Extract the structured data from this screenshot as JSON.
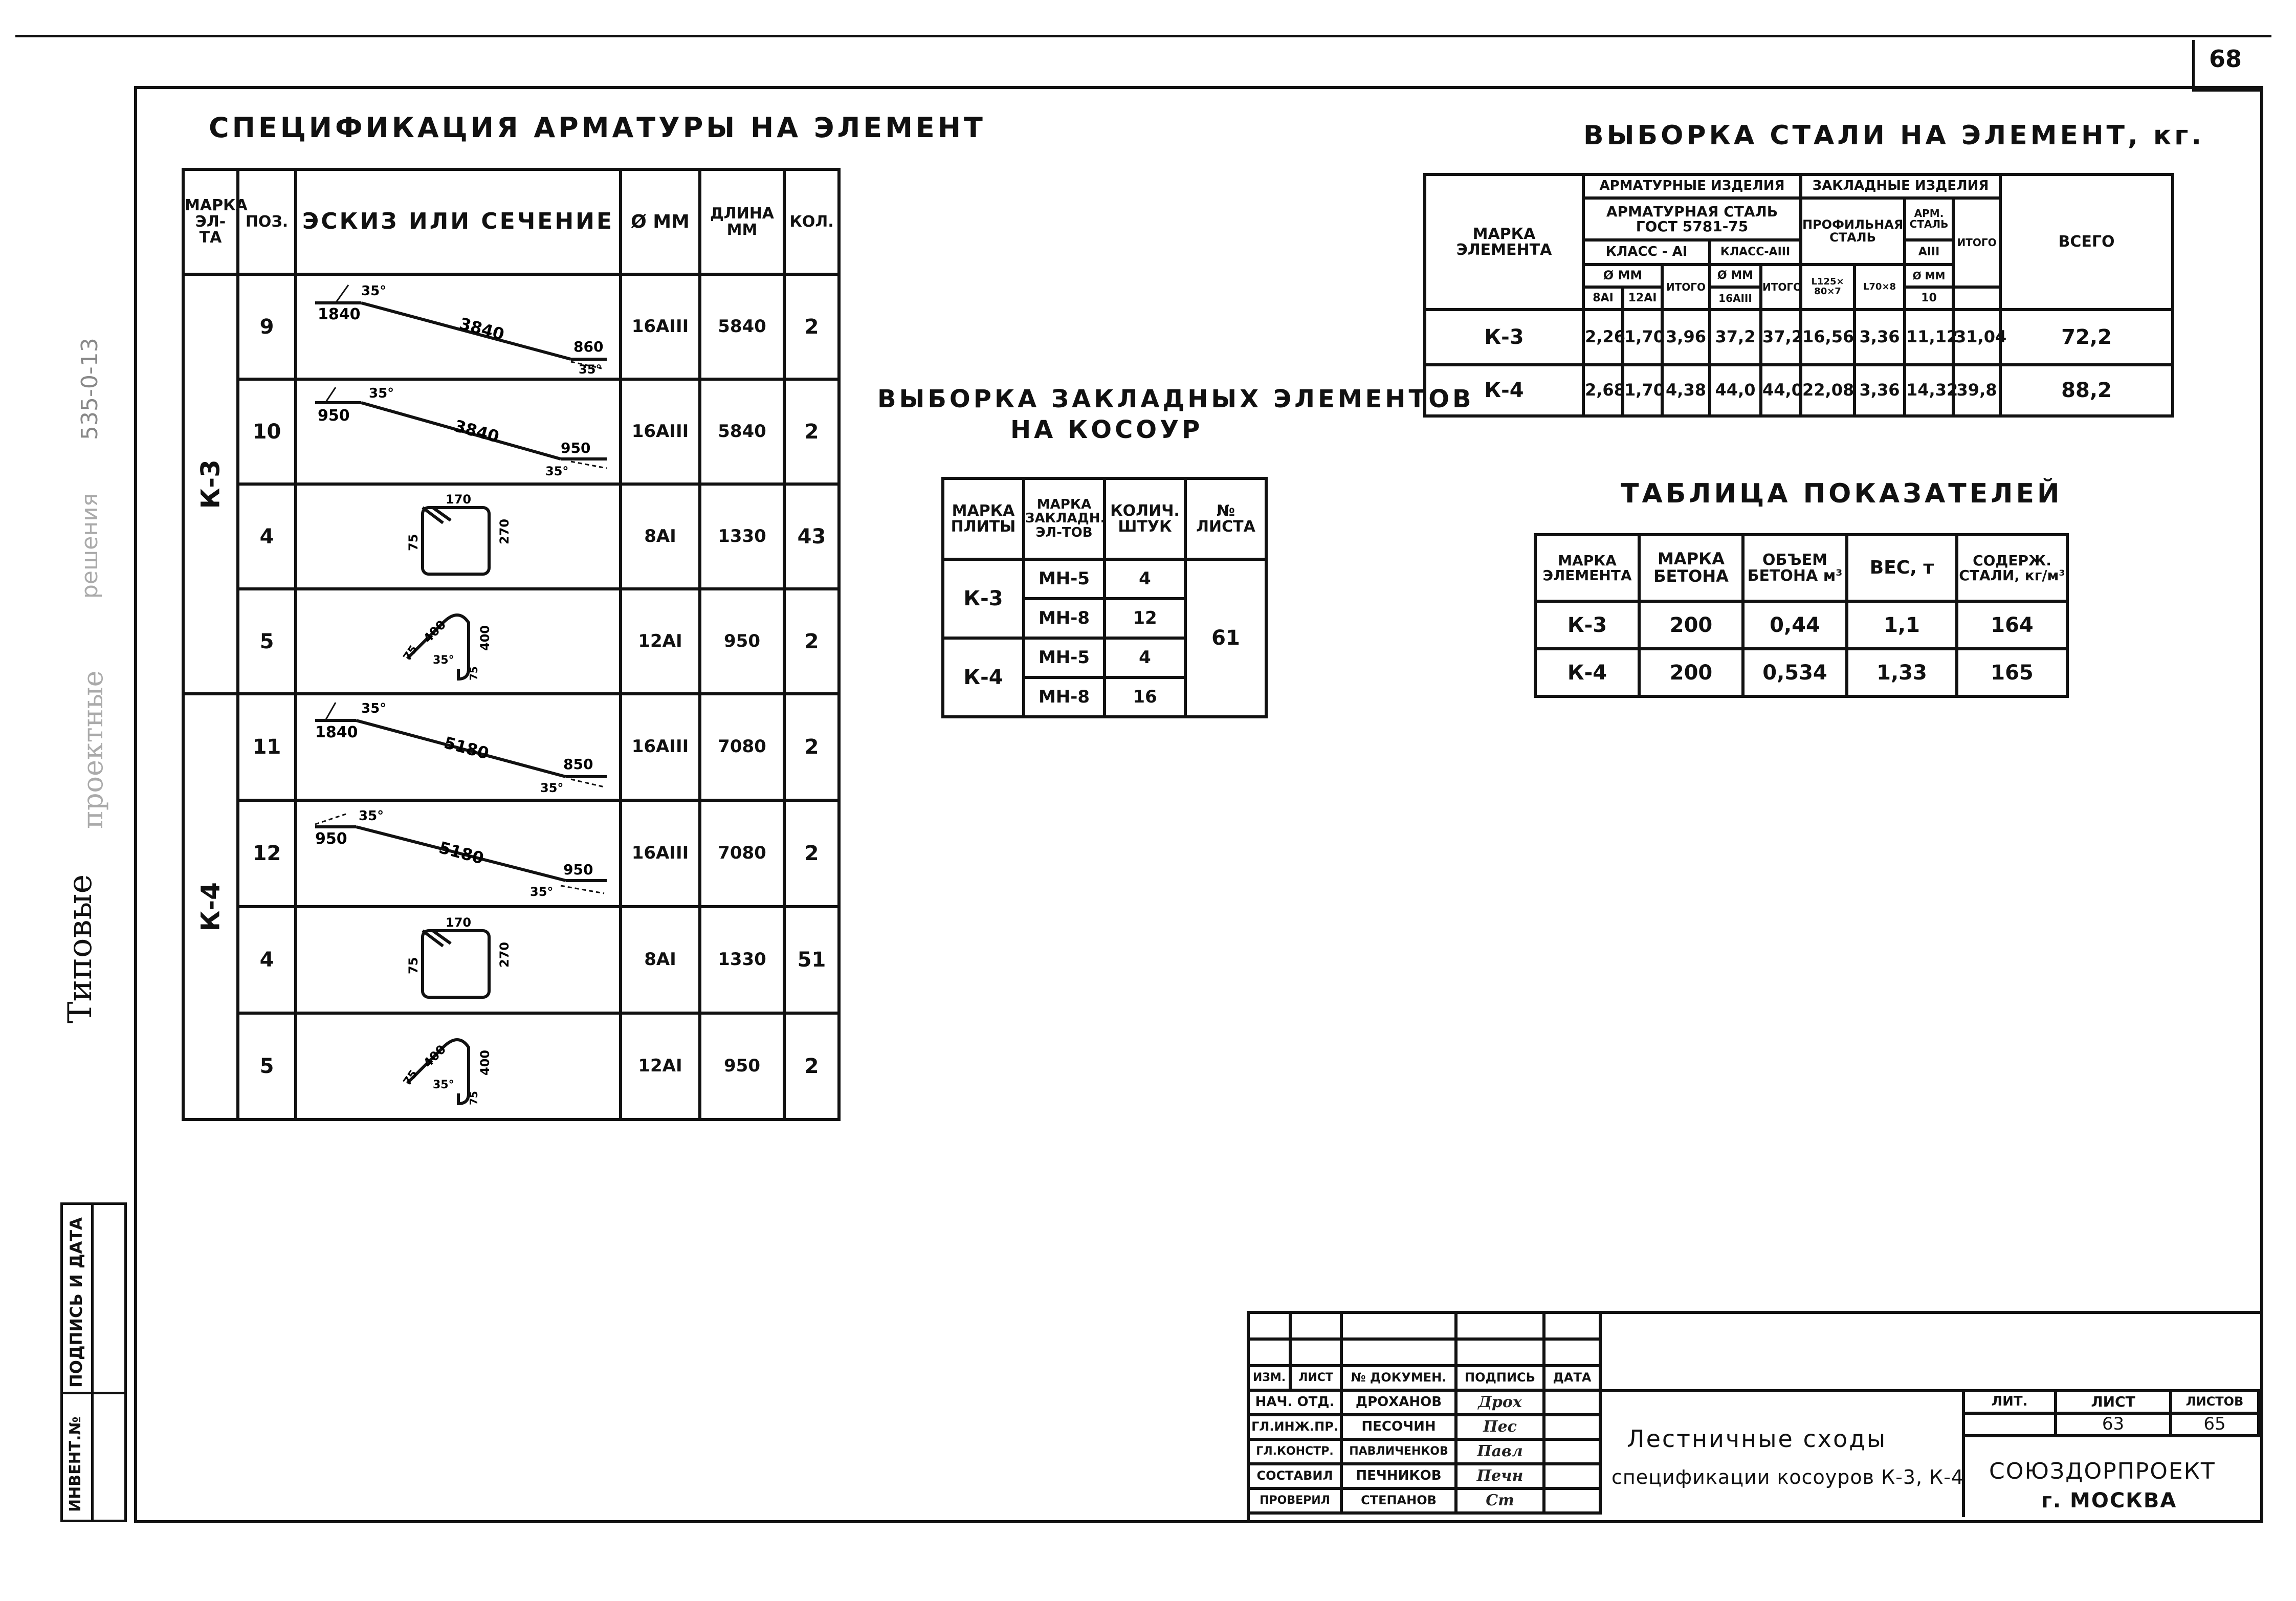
{
  "sheet_number": "68",
  "left_margin": {
    "series_code": "535-0-13",
    "series_word1": "Типовые",
    "series_word2": "проектные",
    "series_word3": "решения",
    "inv_label": "ИНВЕНТ.№",
    "signature_label": "ПОДПИСЬ И ДАТА"
  },
  "spec_table": {
    "title": "СПЕЦИФИКАЦИЯ АРМАТУРЫ НА ЭЛЕМЕНТ",
    "headers": {
      "mark": "МАРКА ЭЛ-ТА",
      "pos": "ПОЗ.",
      "sketch": "ЭСКИЗ ИЛИ СЕЧЕНИЕ",
      "diam": "Ø ММ",
      "length": "ДЛИНА ММ",
      "qty": "КОЛ."
    },
    "groups": [
      {
        "mark": "К-3",
        "rows": [
          {
            "pos": "9",
            "diam": "16АIII",
            "length": "5840",
            "qty": "2",
            "sketch": {
              "type": "bar",
              "left": "1840",
              "mid": "3840",
              "right": "860",
              "angle": "35°"
            }
          },
          {
            "pos": "10",
            "diam": "16АIII",
            "length": "5840",
            "qty": "2",
            "sketch": {
              "type": "bar",
              "left": "950",
              "mid": "3840",
              "right": "950",
              "angle": "35°"
            }
          },
          {
            "pos": "4",
            "diam": "8АI",
            "length": "1330",
            "qty": "43",
            "sketch": {
              "type": "stirrup",
              "a": "75",
              "b": "170",
              "c": "270"
            }
          },
          {
            "pos": "5",
            "diam": "12АI",
            "length": "950",
            "qty": "2",
            "sketch": {
              "type": "hook",
              "a": "75",
              "b": "400",
              "c": "400",
              "d": "75",
              "angle": "35°"
            }
          }
        ]
      },
      {
        "mark": "К-4",
        "rows": [
          {
            "pos": "11",
            "diam": "16АIII",
            "length": "7080",
            "qty": "2",
            "sketch": {
              "type": "bar",
              "left": "1840",
              "mid": "5180",
              "right": "850",
              "angle": "35°"
            }
          },
          {
            "pos": "12",
            "diam": "16АIII",
            "length": "7080",
            "qty": "2",
            "sketch": {
              "type": "bar",
              "left": "950",
              "mid": "5180",
              "right": "950",
              "angle": "35°"
            }
          },
          {
            "pos": "4",
            "diam": "8АI",
            "length": "1330",
            "qty": "51",
            "sketch": {
              "type": "stirrup",
              "a": "75",
              "b": "170",
              "c": "270"
            }
          },
          {
            "pos": "5",
            "diam": "12АI",
            "length": "950",
            "qty": "2",
            "sketch": {
              "type": "hook",
              "a": "75",
              "b": "400",
              "c": "400",
              "d": "75",
              "angle": "35°"
            }
          }
        ]
      }
    ]
  },
  "embedded_table": {
    "title_line1": "ВЫБОРКА ЗАКЛАДНЫХ ЭЛЕМЕНТОВ",
    "title_line2": "НА КОСОУР",
    "headers": {
      "mark": "МАРКА ПЛИТЫ",
      "item": "МАРКА ЗАКЛАДН. ЭЛ-ТОВ",
      "qty": "КОЛИЧ. ШТУК",
      "sheet": "№ ЛИСТА"
    },
    "groups": [
      {
        "mark": "К-3",
        "rows": [
          {
            "item": "МН-5",
            "qty": "4"
          },
          {
            "item": "МН-8",
            "qty": "12"
          }
        ]
      },
      {
        "mark": "К-4",
        "rows": [
          {
            "item": "МН-5",
            "qty": "4"
          },
          {
            "item": "МН-8",
            "qty": "16"
          }
        ]
      }
    ],
    "sheet": "61"
  },
  "steel_table": {
    "title": "ВЫБОРКА СТАЛИ НА ЭЛЕМЕНТ, кг.",
    "headers": {
      "mark": "МАРКА ЭЛЕМЕНТА",
      "rebar_products": "АРМАТУРНЫЕ ИЗДЕЛИЯ",
      "embedded_products": "ЗАКЛАДНЫЕ ИЗДЕЛИЯ",
      "total": "ВСЕГО",
      "rebar_steel": "АРМАТУРНАЯ СТАЛЬ ГОСТ 5781-75",
      "profile_steel": "ПРОФИЛЬНАЯ СТАЛЬ",
      "arm_steel": "АРМ. СТАЛЬ",
      "class_a1": "КЛАСС - АI",
      "class_a3": "КЛАСС-АIII",
      "class_a3_short": "АIII",
      "itogo": "ИТОГО",
      "dmm": "Ø ММ",
      "d8": "8АI",
      "d12": "12АI",
      "d16": "16АIII",
      "l125": "L125× 80×7",
      "l70": "L70×8",
      "d10": "10"
    },
    "rows": [
      {
        "mark": "К-3",
        "v": [
          "2,26",
          "1,70",
          "3,96",
          "37,2",
          "37,2",
          "16,56",
          "3,36",
          "11,12",
          "31,04",
          "72,2"
        ]
      },
      {
        "mark": "К-4",
        "v": [
          "2,68",
          "1,70",
          "4,38",
          "44,0",
          "44,0",
          "22,08",
          "3,36",
          "14,32",
          "39,8",
          "88,2"
        ]
      }
    ]
  },
  "indicators_table": {
    "title": "ТАБЛИЦА ПОКАЗАТЕЛЕЙ",
    "headers": {
      "mark": "МАРКА ЭЛЕМЕНТА",
      "concrete": "МАРКА БЕТОНА",
      "volume": "ОБЪЕМ БЕТОНА м³",
      "weight": "ВЕС, т",
      "steel": "СОДЕРЖ. СТАЛИ, кг/м³"
    },
    "rows": [
      {
        "mark": "К-3",
        "concrete": "200",
        "volume": "0,44",
        "weight": "1,1",
        "steel": "164"
      },
      {
        "mark": "К-4",
        "concrete": "200",
        "volume": "0,534",
        "weight": "1,33",
        "steel": "165"
      }
    ]
  },
  "title_block": {
    "col_headers": [
      "ИЗМ.",
      "ЛИСТ",
      "№ ДОКУМЕН.",
      "ПОДПИСЬ",
      "ДАТА"
    ],
    "people": [
      {
        "role": "НАЧ. ОТД.",
        "name": "ДРОХАНОВ",
        "sign": "Дрох"
      },
      {
        "role": "ГЛ.ИНЖ.ПР.",
        "name": "ПЕСОЧИН",
        "sign": "Пес"
      },
      {
        "role": "ГЛ.КОНСТР.",
        "name": "ПАВЛИЧЕНКОВ",
        "sign": "Павл"
      },
      {
        "role": "СОСТАВИЛ",
        "name": "ПЕЧНИКОВ",
        "sign": "Печн"
      },
      {
        "role": "ПРОВЕРИЛ",
        "name": "СТЕПАНОВ",
        "sign": "Ст"
      }
    ],
    "doc_title_line1": "Лестничные сходы",
    "doc_title_line2": "спецификации косоуров К-3, К-4",
    "lit_label": "ЛИТ.",
    "sheet_label": "ЛИСТ",
    "sheets_label": "ЛИСТОВ",
    "lit_value": "",
    "sheet_value": "63",
    "sheets_value": "65",
    "org_line1": "СОЮЗДОРПРОЕКТ",
    "org_line2": "г. МОСКВА"
  }
}
